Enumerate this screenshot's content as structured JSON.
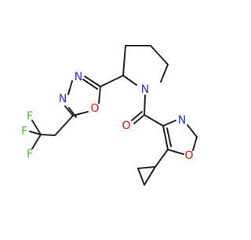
{
  "colors": {
    "carbon": "#222222",
    "nitrogen": "#2233dd",
    "oxygen": "#e01010",
    "fluorine": "#55bb22",
    "background": "#ffffff"
  },
  "atoms": {
    "piperidine_n": "N",
    "oxadiazole_n3": "N",
    "oxadiazole_n4": "N",
    "oxadiazole_o": "O",
    "carbonyl_o": "O",
    "oxazole_n": "N",
    "oxazole_o": "O",
    "f1": "F",
    "f2": "F",
    "f3": "F"
  }
}
